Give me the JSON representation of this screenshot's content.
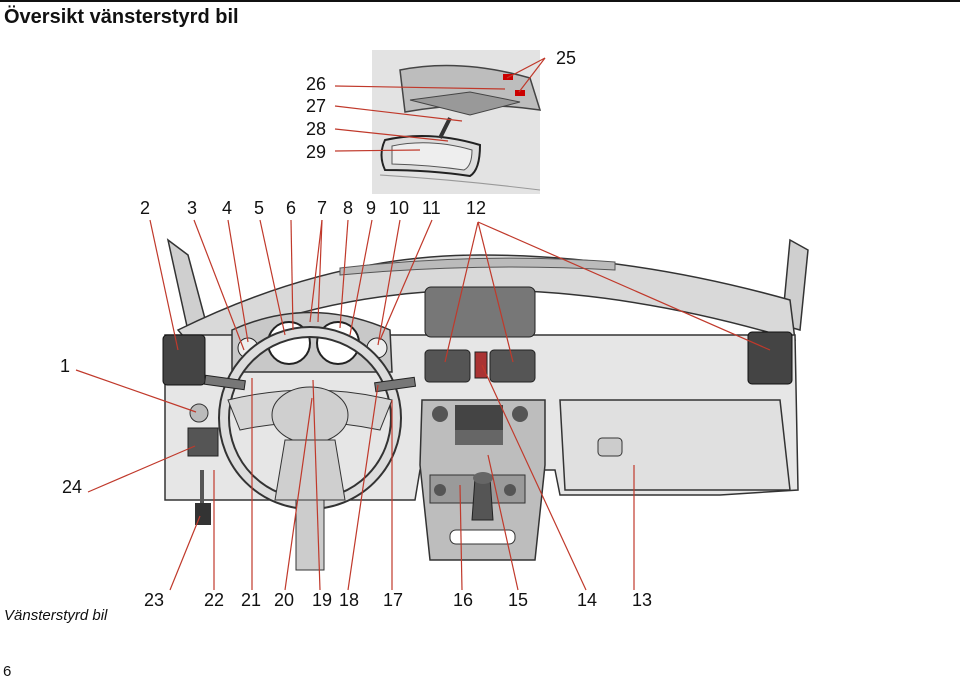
{
  "page": {
    "title": "Översikt vänsterstyrd bil",
    "caption": "Vänsterstyrd bil",
    "page_number": "6"
  },
  "callouts": {
    "n1": "1",
    "n2": "2",
    "n3": "3",
    "n4": "4",
    "n5": "5",
    "n6": "6",
    "n7": "7",
    "n8": "8",
    "n9": "9",
    "n10": "10",
    "n11": "11",
    "n12": "12",
    "n13": "13",
    "n14": "14",
    "n15": "15",
    "n16": "16",
    "n17": "17",
    "n18": "18",
    "n19": "19",
    "n20": "20",
    "n21": "21",
    "n22": "22",
    "n23": "23",
    "n24": "24",
    "n25": "25",
    "n26": "26",
    "n27": "27",
    "n28": "28",
    "n29": "29"
  },
  "colors": {
    "line": "#c0392b",
    "panel": "#e2e2e2",
    "dark": "#333333"
  }
}
